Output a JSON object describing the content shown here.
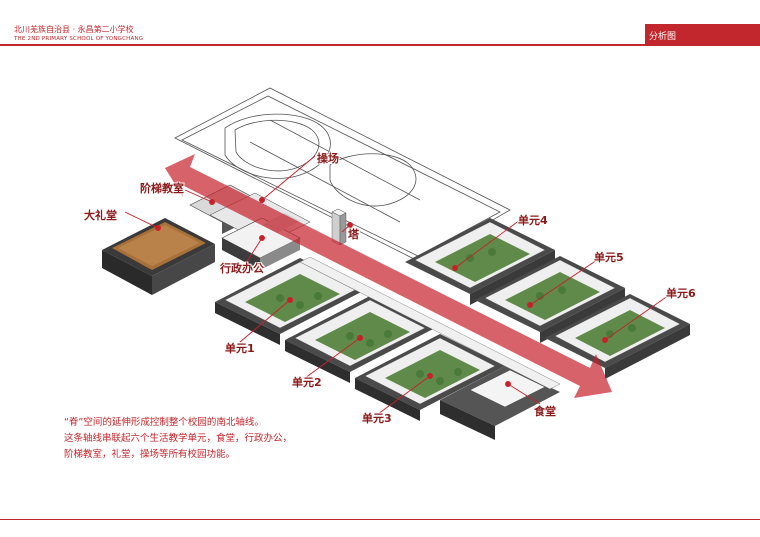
{
  "header": {
    "title": "北川羌族自治县 · 永昌第二小学校",
    "subtitle": "THE 2ND PRIMARY SCHOOL OF YONGCHANG",
    "tab_label": "分析图"
  },
  "labels": {
    "playground": "操场",
    "lecture_hall": "阶梯教室",
    "auditorium": "大礼堂",
    "tower": "塔",
    "admin": "行政办公",
    "unit1": "单元1",
    "unit2": "单元2",
    "unit3": "单元3",
    "unit4": "单元4",
    "unit5": "单元5",
    "unit6": "单元6",
    "canteen": "食堂"
  },
  "caption": {
    "line1": "“脊”空间的延伸形成控制整个校园的南北轴线。",
    "line2": "这条轴线串联起六个生活教学单元，食堂，行政办公，",
    "line3": "阶梯教室，礼堂，操场等所有校园功能。"
  },
  "colors": {
    "accent": "#c1272d",
    "label": "#8b1a1a",
    "axis": "#c8202a"
  }
}
